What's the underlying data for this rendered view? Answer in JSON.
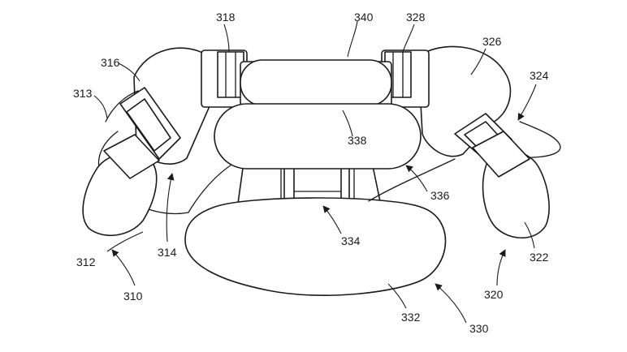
{
  "figure": {
    "labels": {
      "l310": "310",
      "l312": "312",
      "l313": "313",
      "l314": "314",
      "l316": "316",
      "l318": "318",
      "l320": "320",
      "l322": "322",
      "l324": "324",
      "l326": "326",
      "l328": "328",
      "l330": "330",
      "l332": "332",
      "l334": "334",
      "l336": "336",
      "l338": "338",
      "l340": "340"
    },
    "colors": {
      "line": "#1a1a1a",
      "background": "#ffffff"
    }
  }
}
